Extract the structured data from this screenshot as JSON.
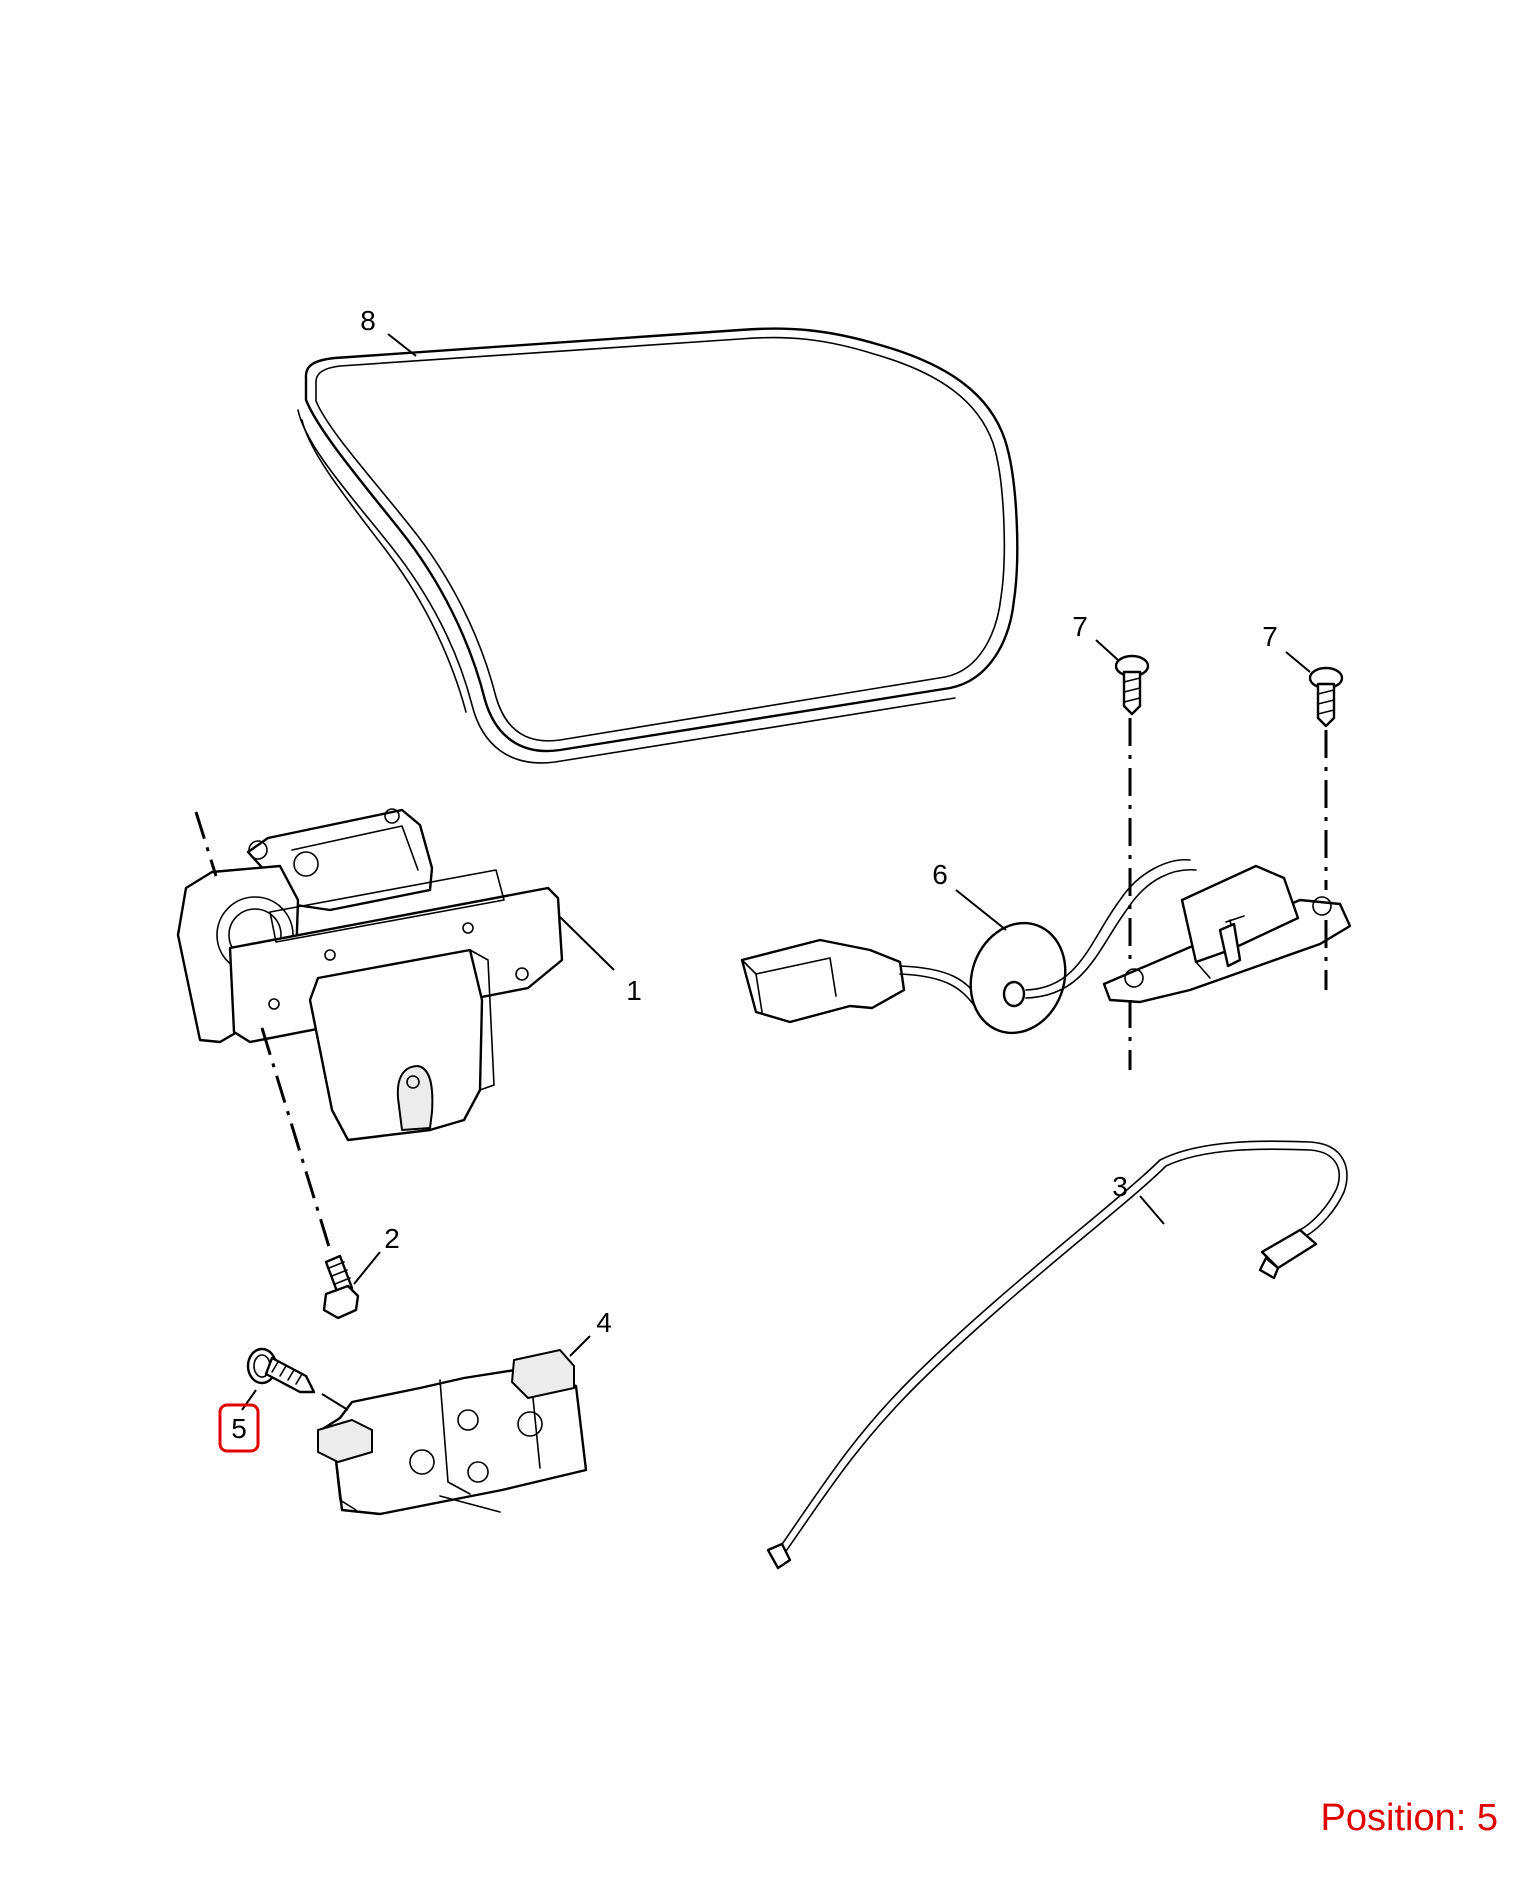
{
  "callouts": {
    "c1": "1",
    "c2": "2",
    "c3": "3",
    "c4": "4",
    "c5": "5",
    "c6": "6",
    "c7a": "7",
    "c7b": "7",
    "c8": "8"
  },
  "highlighted_callout": "5",
  "position_label": "Position: 5",
  "colors": {
    "highlight": "#e00000",
    "line": "#000000",
    "background": "#ffffff"
  }
}
